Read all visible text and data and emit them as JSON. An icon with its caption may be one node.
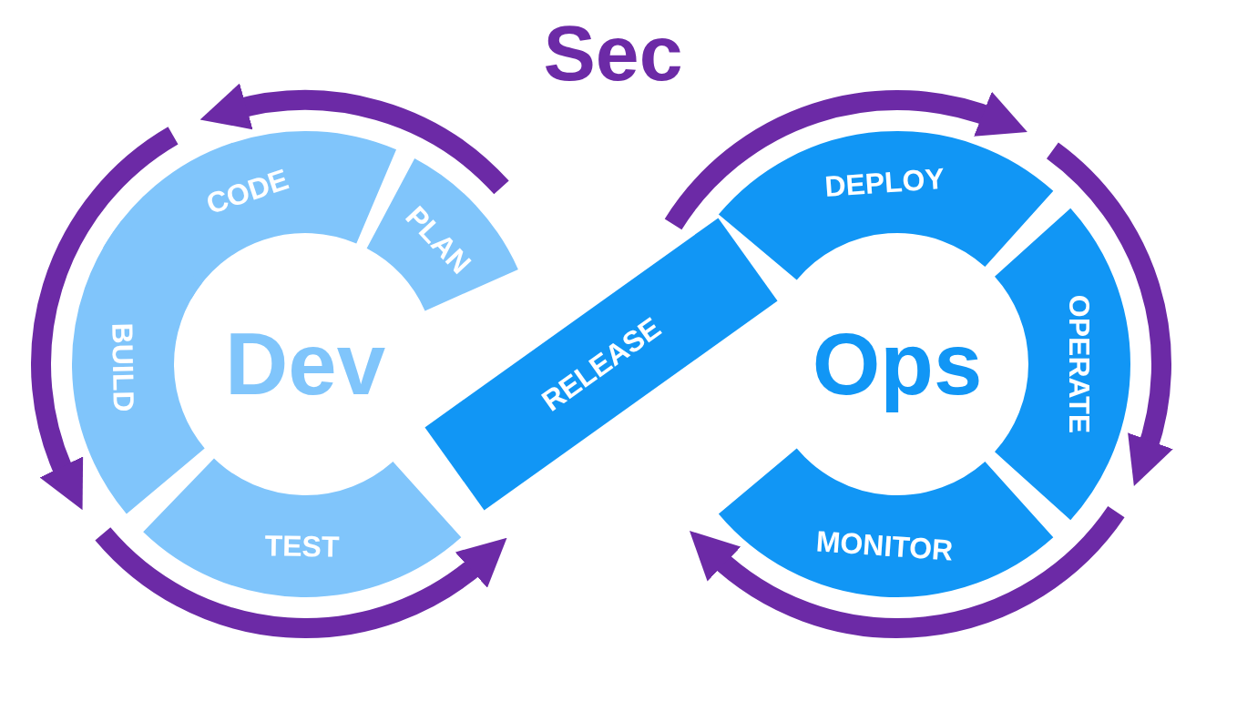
{
  "diagram": {
    "nodes": [
      {
        "text": [
          "PLAN"
        ]
      },
      {
        "text": [
          "CODE"
        ]
      },
      {
        "text": [
          "BUILD"
        ]
      },
      {
        "text": [
          "TEST"
        ]
      },
      {
        "text": [
          "RELEASE"
        ]
      },
      {
        "text": [
          "DEPLOY"
        ]
      },
      {
        "text": [
          "OPERATE"
        ]
      },
      {
        "text": [
          "MONITOR"
        ]
      }
    ],
    "edges": [
      {
        "from": 0,
        "to": 1,
        "arrow": "to"
      },
      {
        "from": 1,
        "to": 2,
        "arrow": "to"
      },
      {
        "from": 2,
        "to": 3,
        "arrow": "to"
      },
      {
        "from": 4,
        "to": 5,
        "arrow": "to"
      },
      {
        "from": 5,
        "to": 6,
        "arrow": "to"
      },
      {
        "from": 6,
        "to": 7,
        "arrow": "to"
      }
    ],
    "labels": [
      "Sec",
      "Dev",
      "Ops"
    ]
  }
}
